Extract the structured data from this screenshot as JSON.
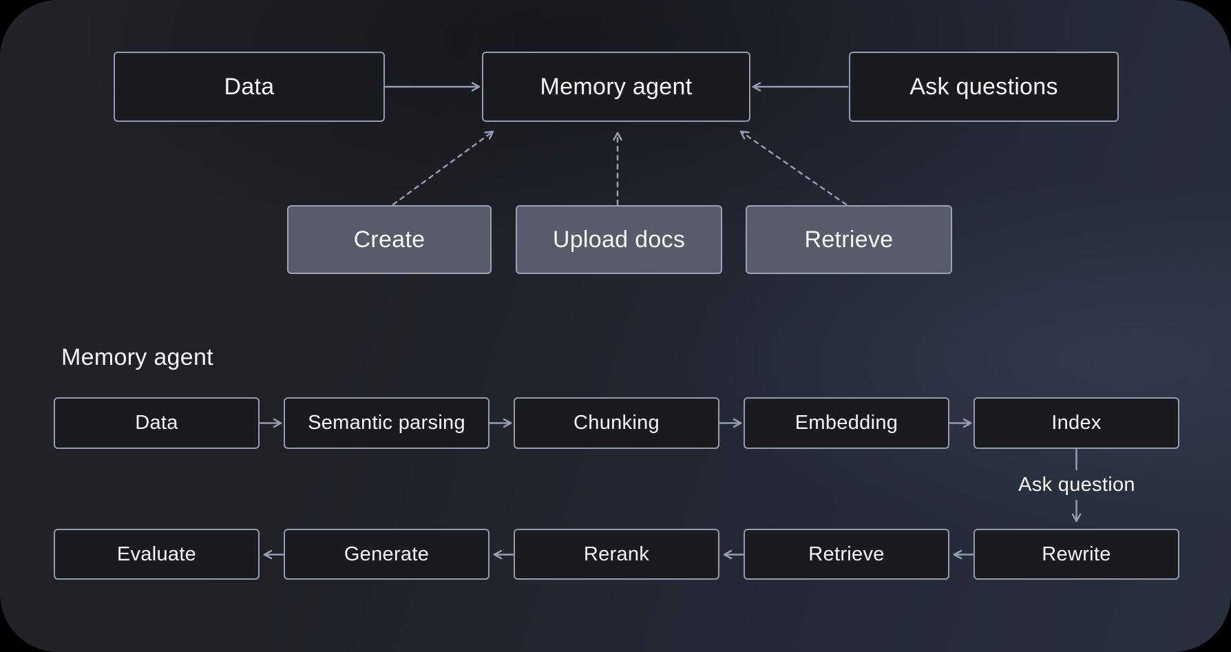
{
  "colors": {
    "accent_border": "#949db0",
    "dark_box_fill": "#1a1b1f",
    "gray_box_fill": "#575c68",
    "text_color": "#f5f6f8",
    "arrow_color": "#969eb1",
    "background_base": "#242833",
    "outer_background": "#000000"
  },
  "top_flow": {
    "data": "Data",
    "memory_agent": "Memory agent",
    "ask_questions": "Ask questions",
    "create": "Create",
    "upload_docs": "Upload docs",
    "retrieve": "Retrieve"
  },
  "pipeline": {
    "section_title": "Memory agent",
    "row1": [
      "Data",
      "Semantic parsing",
      "Chunking",
      "Embedding",
      "Index"
    ],
    "ask_question": "Ask question",
    "row2": [
      "Evaluate",
      "Generate",
      "Rerank",
      "Retrieve",
      "Rewrite"
    ]
  }
}
